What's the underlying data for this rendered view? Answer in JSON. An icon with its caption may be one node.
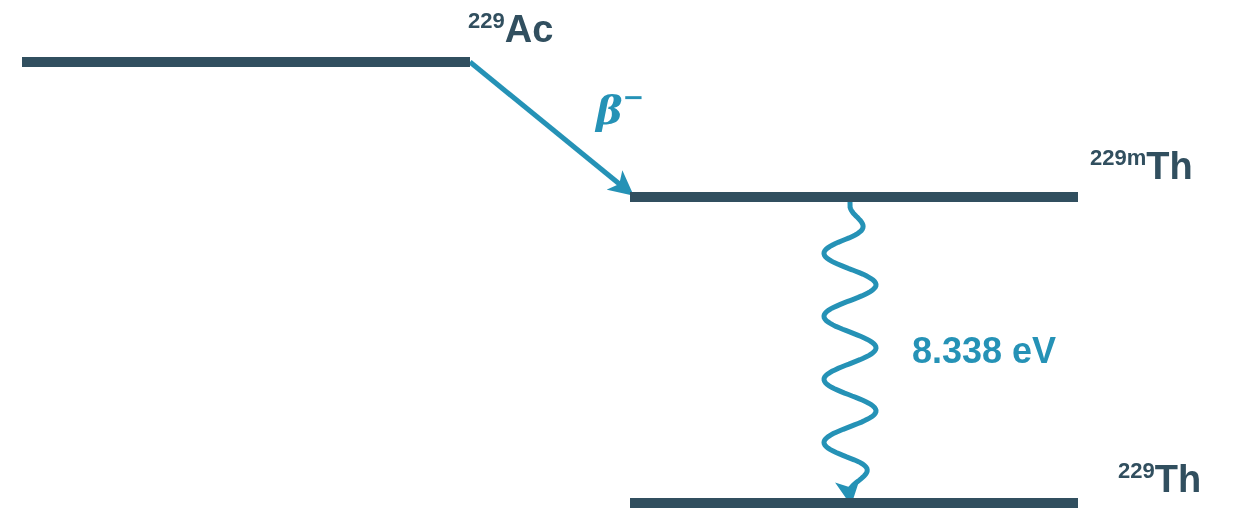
{
  "diagram": {
    "nodes": [
      {
        "text": [
          "$^{229}$Ac"
        ]
      },
      {
        "text": [
          "$^{229m}$Th"
        ]
      },
      {
        "text": [
          "$^{229}$Th"
        ]
      }
    ],
    "edges": [
      {
        "from": 0,
        "to": 1,
        "arrow": "to",
        "label": "β$^{−}$"
      },
      {
        "from": 1,
        "to": 2,
        "arrow": "to",
        "label": "8.338 eV"
      }
    ]
  }
}
